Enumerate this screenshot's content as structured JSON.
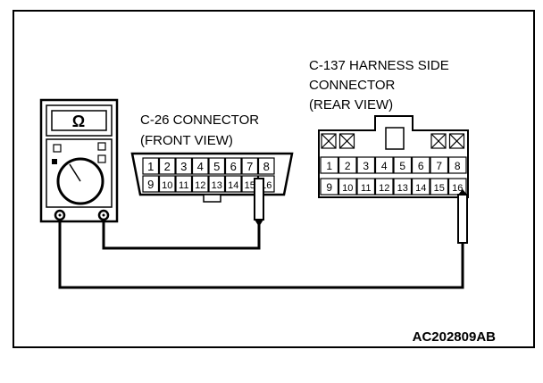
{
  "c26": {
    "title_line1": "C-26 CONNECTOR",
    "title_line2": "(FRONT VIEW)",
    "pins_top": [
      "1",
      "2",
      "3",
      "4",
      "5",
      "6",
      "7",
      "8"
    ],
    "pins_bottom": [
      "9",
      "10",
      "11",
      "12",
      "13",
      "14",
      "15",
      "16"
    ]
  },
  "c137": {
    "title_line1": "C-137 HARNESS SIDE",
    "title_line2": "CONNECTOR",
    "title_line3": "(REAR VIEW)",
    "pins_top": [
      "1",
      "2",
      "3",
      "4",
      "5",
      "6",
      "7",
      "8"
    ],
    "pins_bottom": [
      "9",
      "10",
      "11",
      "12",
      "13",
      "14",
      "15",
      "16"
    ]
  },
  "meter": {
    "display_symbol": "Ω"
  },
  "figure_code": "AC202809AB"
}
